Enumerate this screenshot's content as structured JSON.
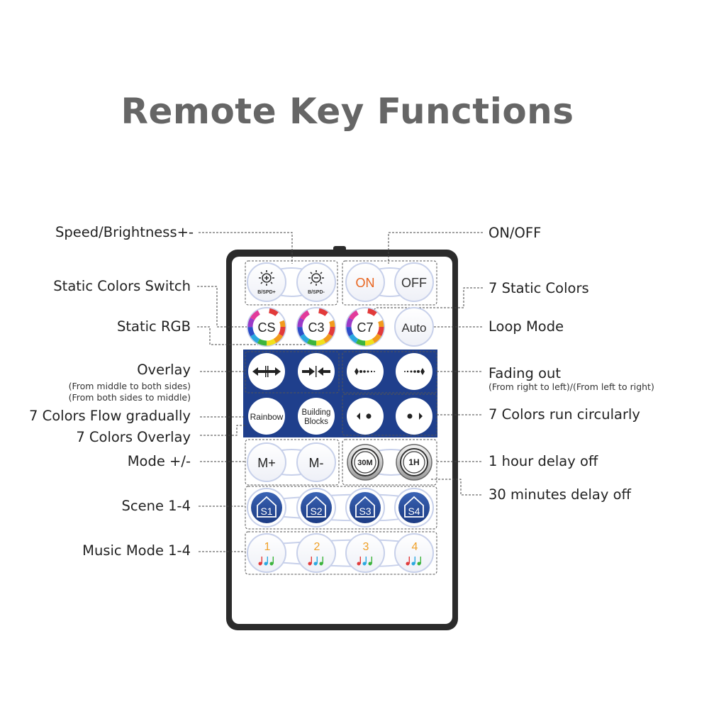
{
  "title": "Remote Key Functions",
  "left_labels": {
    "speed_brightness": "Speed/Brightness+-",
    "static_colors_switch": "Static Colors Switch",
    "static_rgb": "Static RGB",
    "overlay": "Overlay",
    "overlay_note_1": "(From middle to both sides)",
    "overlay_note_2": "(From both sides to middle)",
    "seven_colors_flow": "7 Colors Flow gradually",
    "seven_colors_overlay": "7 Colors Overlay",
    "mode": "Mode +/-",
    "scene": "Scene 1-4",
    "music_mode": "Music Mode 1-4"
  },
  "right_labels": {
    "on_off": "ON/OFF",
    "seven_static_colors": "7 Static Colors",
    "loop_mode": "Loop Mode",
    "fading_out": "Fading out",
    "fading_out_note": "(From right to left)/(From left to right)",
    "seven_colors_run": "7 Colors run circularly",
    "one_hour_delay": "1 hour delay off",
    "thirty_min_delay": "30 minutes delay off"
  },
  "buttons": {
    "bright_up_sub": "B/SPD+",
    "bright_down_sub": "B/SPD-",
    "on": "ON",
    "off": "OFF",
    "cs": "CS",
    "c3": "C3",
    "c7": "C7",
    "auto": "Auto",
    "rainbow": "Rainbow",
    "building_1": "Building",
    "building_2": "Blocks",
    "m_plus": "M+",
    "m_minus": "M-",
    "t30m": "30M",
    "t1h": "1H",
    "scene": [
      "S1",
      "S2",
      "S3",
      "S4"
    ],
    "music": [
      "1",
      "2",
      "3",
      "4"
    ]
  },
  "colors": {
    "title": "#666666",
    "remote_frame": "#2b2b2b",
    "remote_face": "#ffffff",
    "blue_panel": "#1f3f8c",
    "on_text": "#e8641e",
    "button_ring": "#c7d0ea",
    "music_number": "#f0a028"
  },
  "icons": {
    "brightness_up": "sun-plus-icon",
    "brightness_down": "sun-minus-icon",
    "overlay_out": "arrows-outward-icon",
    "overlay_in": "arrows-inward-icon",
    "fade_left": "fade-left-icon",
    "fade_right": "fade-right-icon",
    "run_left": "run-left-icon",
    "run_right": "run-right-icon",
    "scene": "house-icon",
    "music": "music-notes-icon"
  }
}
